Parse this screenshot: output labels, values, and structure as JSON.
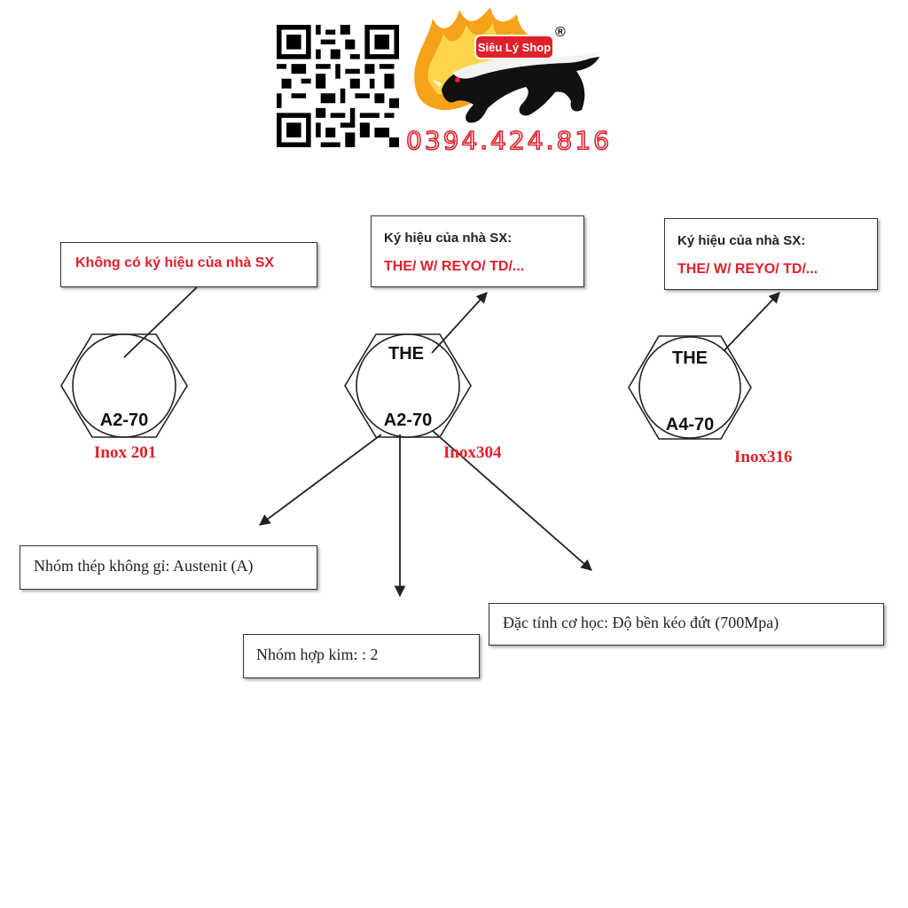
{
  "header": {
    "shop_name": "Siêu Lý Shop",
    "registered_mark": "®",
    "phone": "0394.424.816"
  },
  "colors": {
    "accent_red": "#e0202a",
    "text_dark": "#222222",
    "line": "#222222"
  },
  "icons": [
    "qr-code-icon",
    "honey-badger-logo-icon"
  ],
  "bolts": [
    {
      "top_mark": "",
      "bottom_mark": "A2-70",
      "material": "Inox 201"
    },
    {
      "top_mark": "THE",
      "bottom_mark": "A2-70",
      "material": "Inox304"
    },
    {
      "top_mark": "THE",
      "bottom_mark": "A4-70",
      "material": "Inox316"
    }
  ],
  "callouts": {
    "no_mark": "Không có ký hiệu của nhà SX",
    "mfr1_title": "Ký hiệu của nhà SX:",
    "mfr1_value": "THE/ W/ REYO/ TD/...",
    "mfr2_title": "Ký hiệu của nhà SX:",
    "mfr2_value": "THE/ W/ REYO/ TD/..."
  },
  "explanations": {
    "steel_group": "Nhóm thép không gỉ: Austenit (A)",
    "alloy_group": "Nhóm hợp kim: : 2",
    "mechanical": "Đặc tính cơ học: Độ bền kéo đứt (700Mpa)"
  }
}
